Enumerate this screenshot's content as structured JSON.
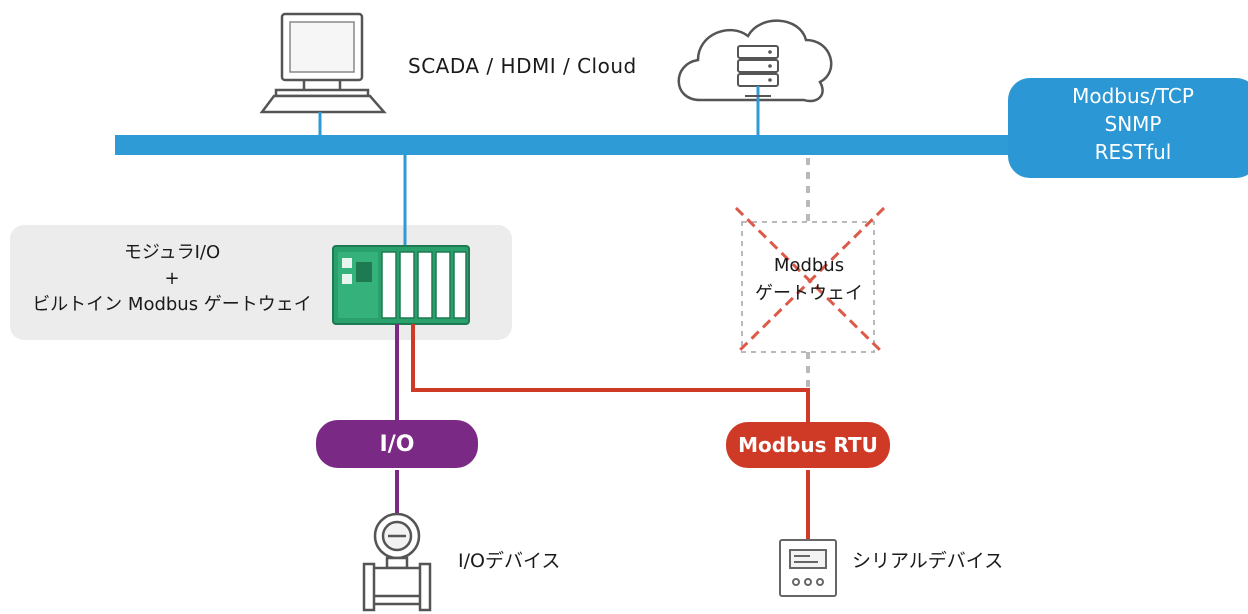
{
  "diagram": {
    "top_label": "SCADA / HDMI / Cloud",
    "protocol_box": {
      "lines": [
        "Modbus/TCP",
        "SNMP",
        "RESTful"
      ]
    },
    "module_panel": {
      "lines": [
        "モジュラI/O",
        "+",
        "ビルトイン Modbus ゲートウェイ"
      ]
    },
    "gateway_box": {
      "lines": [
        "Modbus",
        "ゲートウェイ"
      ]
    },
    "io_pill": "I/O",
    "rtu_pill": "Modbus RTU",
    "io_device_label": "I/Oデバイス",
    "serial_device_label": "シリアルデバイス",
    "colors": {
      "network_blue": "#2e9bd6",
      "protocol_box": "#2b97d4",
      "io_purple": "#7a2a85",
      "rtu_red": "#cf3a26",
      "panel_gray": "#ececec",
      "gateway_dots": "#b9b9b9",
      "cross_red": "#dc5a48",
      "module_green": "#2aa06d"
    },
    "icons": [
      "computer-icon",
      "cloud-server-icon",
      "io-module-icon",
      "flowmeter-icon",
      "serial-device-icon"
    ]
  }
}
